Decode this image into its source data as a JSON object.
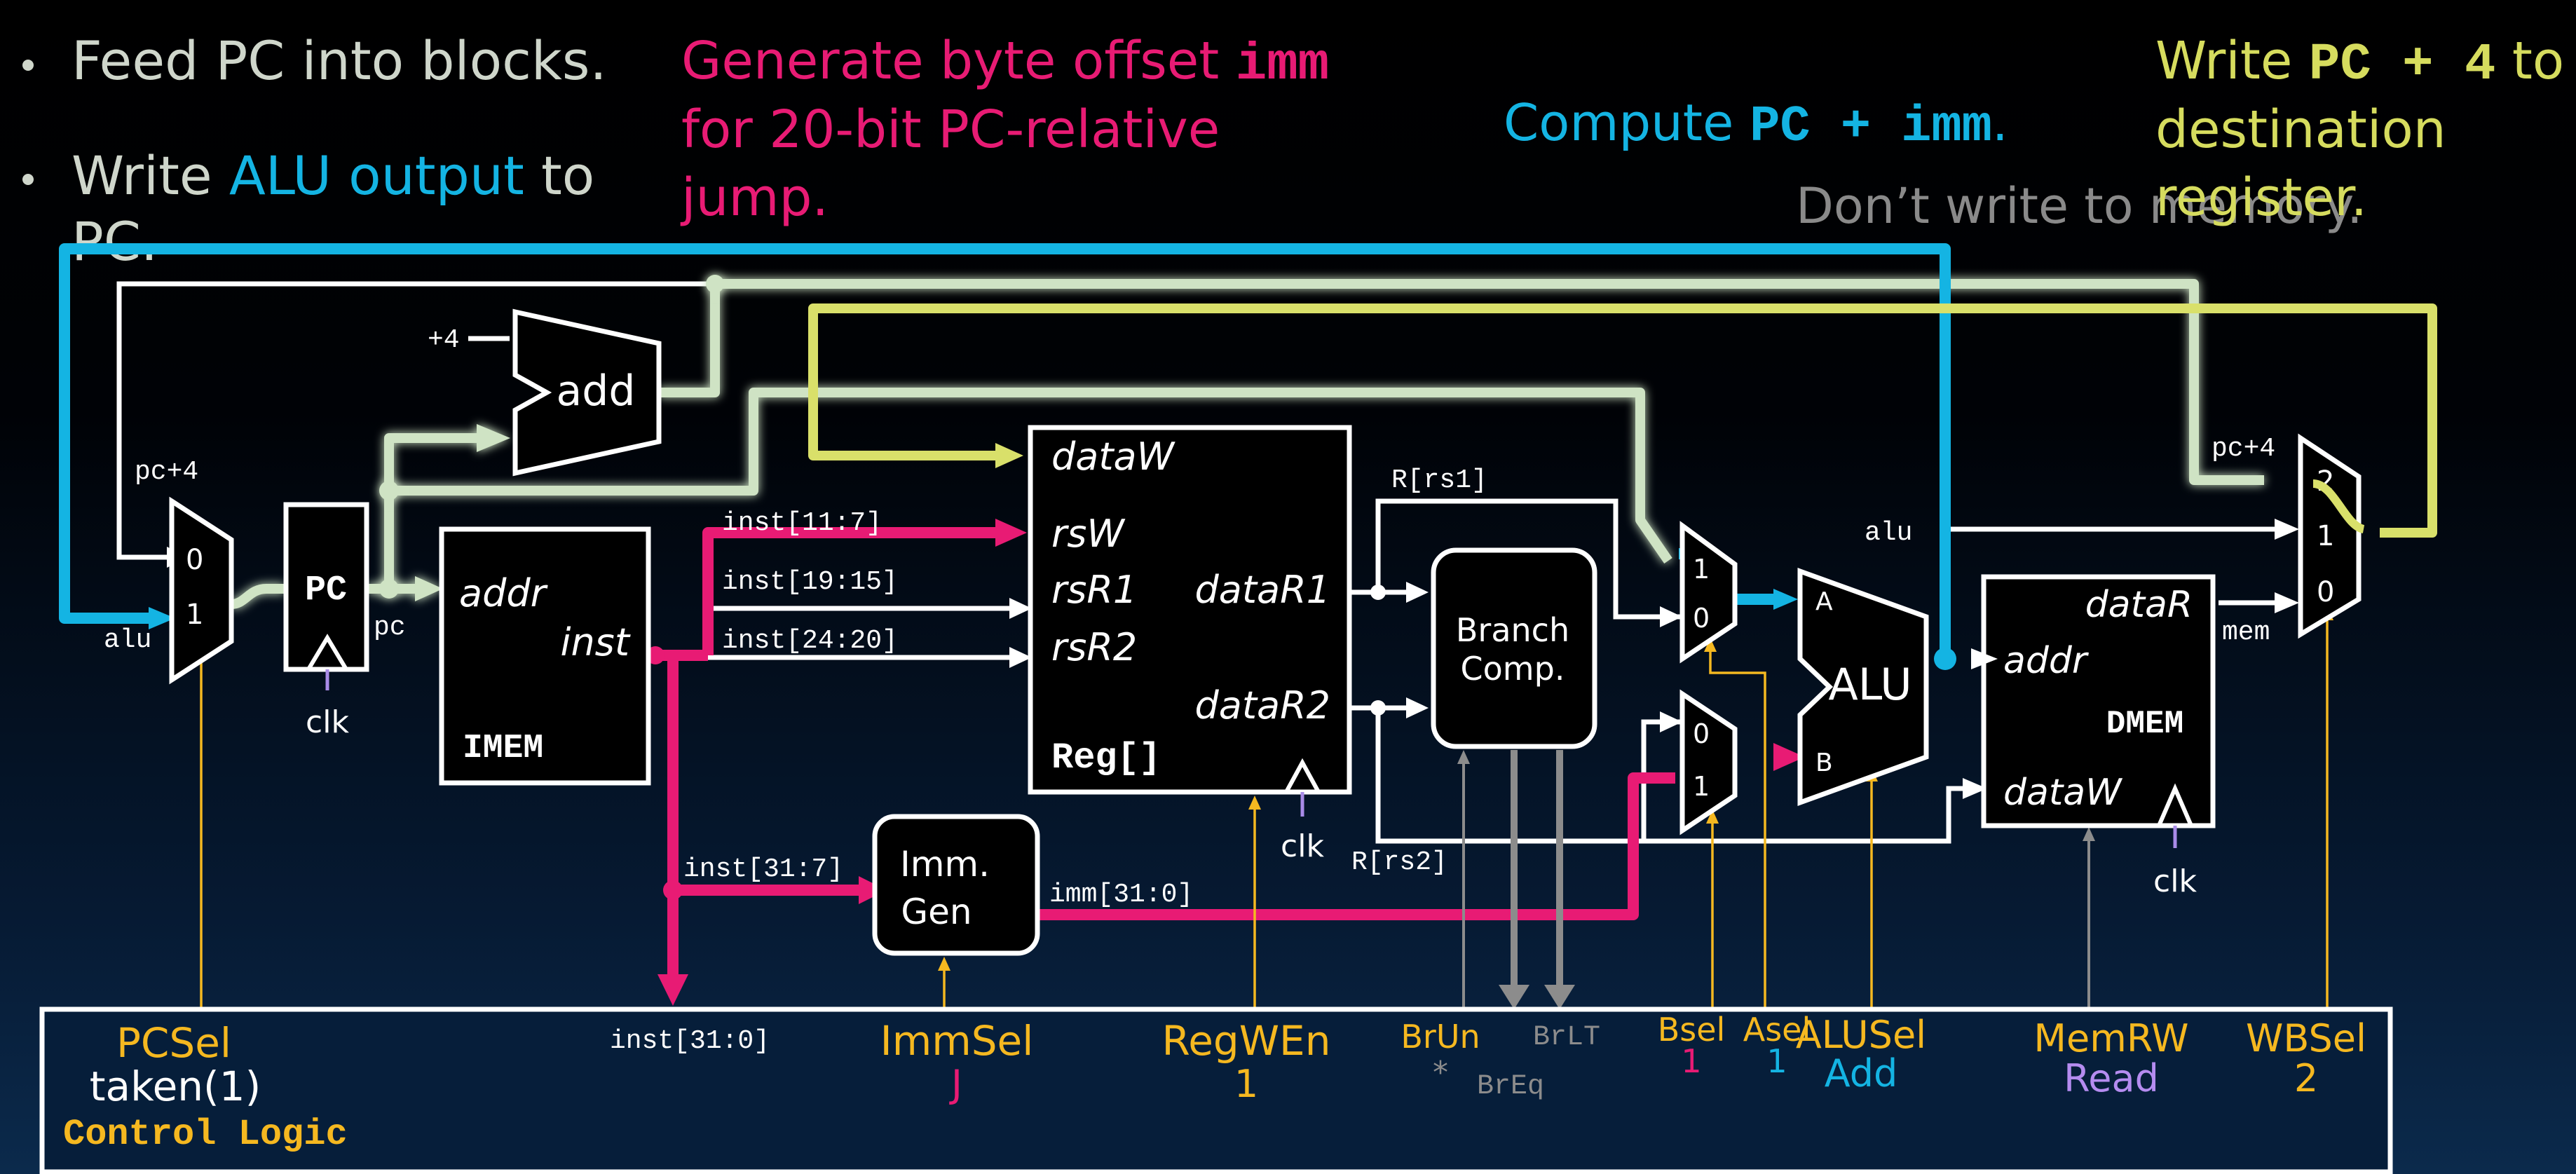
{
  "notes": {
    "bullet1": "Feed PC into blocks.",
    "bullet2_prefix": "Write ",
    "bullet2_highlight": "ALU output",
    "bullet2_suffix": " to",
    "bullet2_line2": "PC.",
    "imm_line1_prefix": "Generate byte offset ",
    "imm_line1_code": "imm",
    "imm_line2": "for 20-bit PC-relative",
    "imm_line3": "jump.",
    "compute_prefix": "Compute ",
    "compute_code": "PC + imm",
    "compute_suffix": ".",
    "write_prefix": "Write ",
    "write_code": "PC + 4",
    "write_suffix": " to",
    "write_line2": "destination",
    "write_line3": "register.",
    "nomem": "Don’t write to memory."
  },
  "blocks": {
    "pc": "PC",
    "add": "add",
    "plus4": "+4",
    "imem_addr": "addr",
    "imem_inst": "inst",
    "imem_title": "IMEM",
    "reg_dataW": "dataW",
    "reg_rsW": "rsW",
    "reg_rsR1": "rsR1",
    "reg_rsR2": "rsR2",
    "reg_dataR1": "dataR1",
    "reg_dataR2": "dataR2",
    "reg_title": "Reg[]",
    "branch_line1": "Branch",
    "branch_line2": "Comp.",
    "immgen_line1": "Imm.",
    "immgen_line2": "Gen",
    "alu": "ALU",
    "alu_a": "A",
    "alu_b": "B",
    "dmem_dataR": "dataR",
    "dmem_addr": "addr",
    "dmem_title": "DMEM",
    "dmem_dataW": "dataW",
    "clk": "clk",
    "mux_0": "0",
    "mux_1": "1",
    "mux_2": "2"
  },
  "signals": {
    "pc4_left": "pc+4",
    "alu_left": "alu",
    "pc": "pc",
    "inst_11_7": "inst[11:7]",
    "inst_19_15": "inst[19:15]",
    "inst_24_20": "inst[24:20]",
    "inst_31_7": "inst[31:7]",
    "imm_31_0": "imm[31:0]",
    "r_rs1": "R[rs1]",
    "r_rs2": "R[rs2]",
    "alu_right": "alu",
    "pc4_right": "pc+4",
    "mem": "mem",
    "inst_31_0": "inst[31:0]"
  },
  "control": {
    "title": "Control Logic",
    "pcsel": "PCSel",
    "pcsel_val": "taken(1)",
    "immsel": "ImmSel",
    "immsel_val": "J",
    "regwen": "RegWEn",
    "regwen_val": "1",
    "brun": "BrUn",
    "brun_val": "*",
    "brlt": "BrLT",
    "breq": "BrEq",
    "bsel": "Bsel",
    "bsel_val": "1",
    "asel": "Asel",
    "asel_val": "1",
    "alusel": "ALUSel",
    "alusel_val": "Add",
    "memrw": "MemRW",
    "memrw_val": "Read",
    "wbsel": "WBSel",
    "wbsel_val": "2"
  },
  "colors": {
    "background": "#000000",
    "wire_white": "#ffffff",
    "active_green": "#cfe3c4",
    "alu_path_cyan": "#14b4e3",
    "imm_path_magenta": "#e81b74",
    "writeback_yellow": "#d9e06a",
    "control_orange": "#f5b820",
    "inactive_gray": "#8c8c8c",
    "clk_purple": "#a98be8",
    "read_purple": "#b58cf0"
  }
}
